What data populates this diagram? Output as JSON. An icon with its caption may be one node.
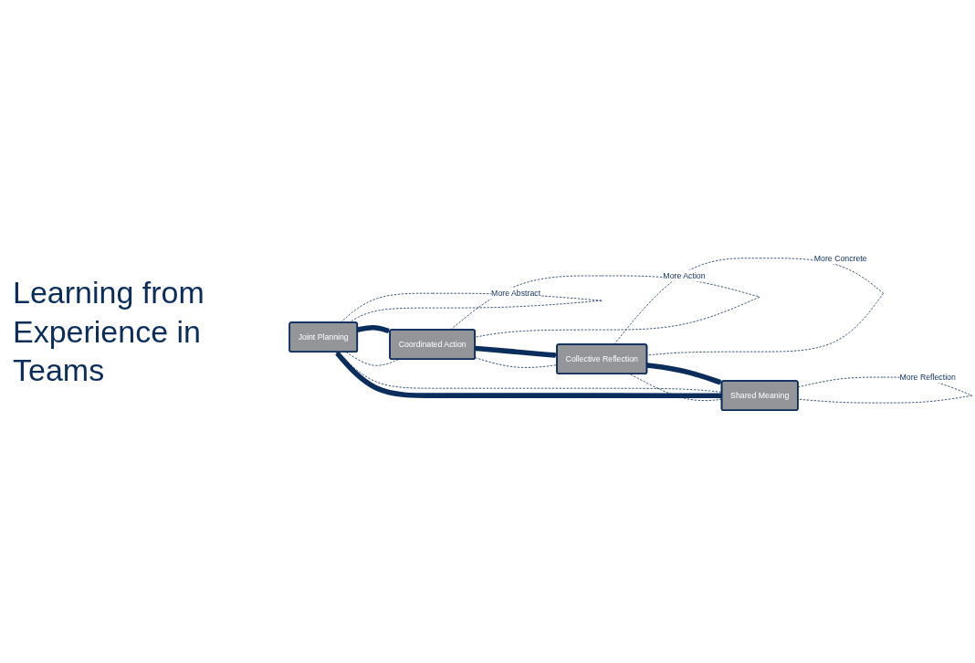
{
  "diagram": {
    "title": "Learning from Experience in Teams",
    "nodes": [
      {
        "text": [
          "Joint Planning"
        ]
      },
      {
        "text": [
          "Coordinated Action"
        ]
      },
      {
        "text": [
          "Shared Meaning"
        ]
      },
      {
        "text": [
          "Collective Reflection"
        ]
      }
    ],
    "edges": [
      {
        "from": 0,
        "to": 1,
        "arrow": "to",
        "style": "thick"
      },
      {
        "from": 1,
        "to": 3,
        "arrow": "to",
        "style": "thick"
      },
      {
        "from": 3,
        "to": 2,
        "arrow": "to",
        "style": "thick"
      },
      {
        "from": 2,
        "to": 0,
        "arrow": "to",
        "style": "thick"
      },
      {
        "from": 0,
        "to": 1,
        "arrow": "none",
        "style": "dashed"
      },
      {
        "from": 0,
        "to": 2,
        "arrow": "none",
        "style": "dashed"
      },
      {
        "from": 2,
        "to": 3,
        "arrow": "none",
        "style": "dashed"
      },
      {
        "from": 1,
        "to": 3,
        "arrow": "none",
        "style": "dashed"
      },
      {
        "from": 0,
        "to": 0,
        "arrow": "none",
        "style": "dashed",
        "label": "More Abstract"
      },
      {
        "from": 1,
        "to": 1,
        "arrow": "none",
        "style": "dashed",
        "label": "More Action"
      },
      {
        "from": 3,
        "to": 3,
        "arrow": "none",
        "style": "dashed",
        "label": "More Concrete"
      },
      {
        "from": 2,
        "to": 2,
        "arrow": "none",
        "style": "dashed",
        "label": "More Reflection"
      }
    ]
  }
}
